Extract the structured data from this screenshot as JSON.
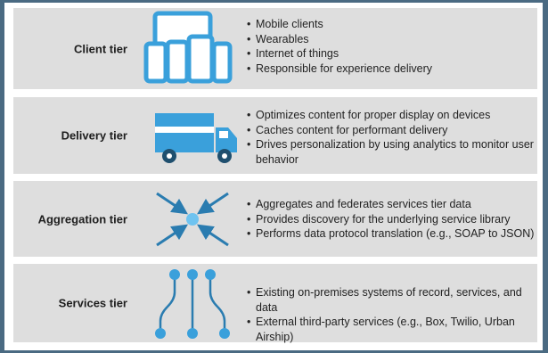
{
  "tiers": [
    {
      "label": "Client tier",
      "icon": "devices-icon",
      "bullets": [
        "Mobile clients",
        "Wearables",
        "Internet of things",
        "Responsible for experience delivery"
      ]
    },
    {
      "label": "Delivery tier",
      "icon": "truck-icon",
      "bullets": [
        "Optimizes content for proper display on devices",
        "Caches content for performant delivery",
        "Drives personalization by using analytics to monitor user behavior"
      ]
    },
    {
      "label": "Aggregation tier",
      "icon": "converging-arrows-icon",
      "bullets": [
        "Aggregates and federates services tier data",
        "Provides discovery for the underlying service library",
        "Performs data protocol translation (e.g., SOAP to JSON)"
      ]
    },
    {
      "label": "Services tier",
      "icon": "service-nodes-icon",
      "bullets": [
        "Existing on-premises systems of record, services, and data",
        "External third-party services (e.g., Box, Twilio, Urban Airship)"
      ]
    }
  ],
  "colors": {
    "accent": "#3aa0db",
    "dark_accent": "#2a7cb0",
    "tier_bg": "#dedede"
  }
}
